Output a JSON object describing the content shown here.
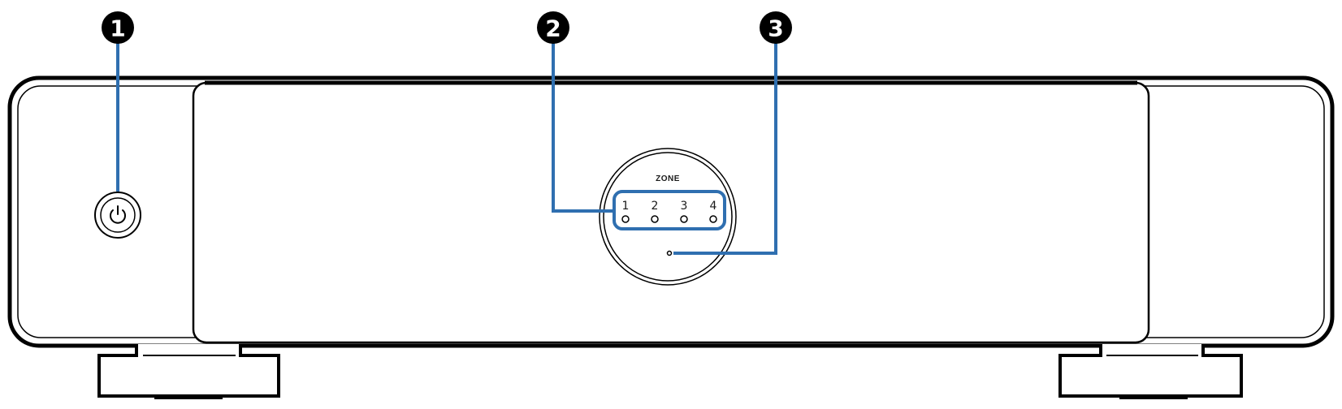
{
  "callouts": [
    {
      "number": "1"
    },
    {
      "number": "2"
    },
    {
      "number": "3"
    }
  ],
  "zone_panel": {
    "title": "ZONE",
    "zones": [
      "1",
      "2",
      "3",
      "4"
    ]
  },
  "colors": {
    "callout_line": "#2f6fb0",
    "outline": "#000000",
    "badge": "#000000"
  },
  "icons": {
    "power_button": "power-icon"
  }
}
